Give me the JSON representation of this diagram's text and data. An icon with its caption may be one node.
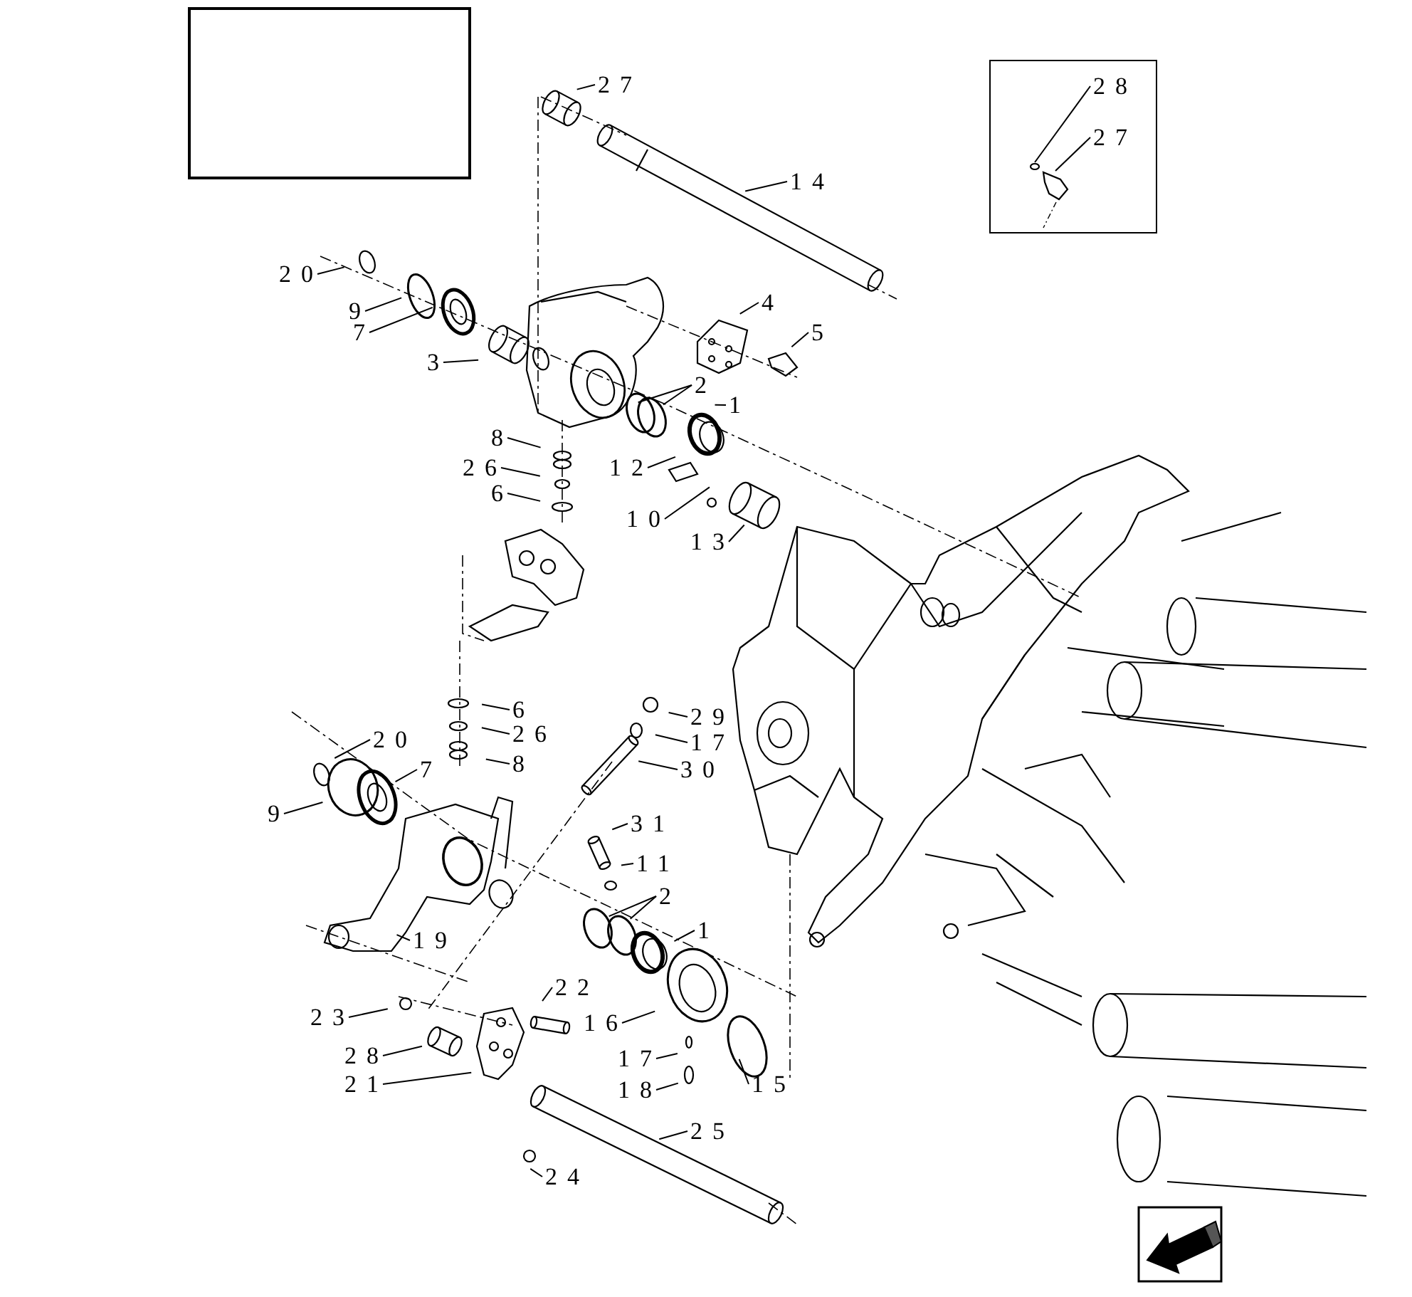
{
  "diagram": {
    "nodes": [
      {
        "text": [],
        "shape": "box"
      },
      {
        "text": [
          "28"
        ],
        "in": 0
      },
      {
        "text": [
          "27"
        ],
        "in": 0
      },
      {
        "text": [
          "27"
        ]
      },
      {
        "text": [
          "14"
        ]
      },
      {
        "text": [
          "20"
        ]
      },
      {
        "text": [
          "9"
        ]
      },
      {
        "text": [
          "7"
        ]
      },
      {
        "text": [
          "3"
        ]
      },
      {
        "text": [
          "4"
        ]
      },
      {
        "text": [
          "5"
        ]
      },
      {
        "text": [
          "2"
        ]
      },
      {
        "text": [
          "1"
        ]
      },
      {
        "text": [
          "8"
        ]
      },
      {
        "text": [
          "26"
        ]
      },
      {
        "text": [
          "12"
        ]
      },
      {
        "text": [
          "6"
        ]
      },
      {
        "text": [
          "10"
        ]
      },
      {
        "text": [
          "13"
        ]
      },
      {
        "text": [
          "6"
        ]
      },
      {
        "text": [
          "26"
        ]
      },
      {
        "text": [
          "20"
        ]
      },
      {
        "text": [
          "7"
        ]
      },
      {
        "text": [
          "8"
        ]
      },
      {
        "text": [
          "9"
        ]
      },
      {
        "text": [
          "29"
        ]
      },
      {
        "text": [
          "17"
        ]
      },
      {
        "text": [
          "30"
        ]
      },
      {
        "text": [
          "31"
        ]
      },
      {
        "text": [
          "11"
        ]
      },
      {
        "text": [
          "2"
        ]
      },
      {
        "text": [
          "1"
        ]
      },
      {
        "text": [
          "19"
        ]
      },
      {
        "text": [
          "22"
        ]
      },
      {
        "text": [
          "23"
        ]
      },
      {
        "text": [
          "16"
        ]
      },
      {
        "text": [
          "28"
        ]
      },
      {
        "text": [
          "17"
        ]
      },
      {
        "text": [
          "21"
        ]
      },
      {
        "text": [
          "15"
        ]
      },
      {
        "text": [
          "18"
        ]
      },
      {
        "text": [
          "25"
        ]
      },
      {
        "text": [
          "24"
        ]
      },
      {
        "text": [],
        "shape": "picture",
        "in": 0
      },
      {
        "text": [],
        "shape": "picture",
        "in": 0
      }
    ],
    "edges": [
      {
        "from": 1,
        "to": 43,
        "arrow": "none"
      },
      {
        "from": 2,
        "to": 44,
        "arrow": "none"
      },
      {
        "from": 3,
        "to": null,
        "arrow": "none"
      },
      {
        "from": 4,
        "to": null,
        "arrow": "none"
      },
      {
        "from": 5,
        "to": null,
        "arrow": "none"
      },
      {
        "from": 6,
        "to": null,
        "arrow": "none"
      },
      {
        "from": 7,
        "to": null,
        "arrow": "none"
      },
      {
        "from": 8,
        "to": null,
        "arrow": "none"
      },
      {
        "from": 9,
        "to": null,
        "arrow": "none"
      },
      {
        "from": 10,
        "to": null,
        "arrow": "none"
      },
      {
        "from": 11,
        "to": null,
        "arrow": "none"
      },
      {
        "from": 11,
        "to": null,
        "arrow": "none"
      },
      {
        "from": 12,
        "to": null,
        "arrow": "none"
      },
      {
        "from": 13,
        "to": null,
        "arrow": "none"
      },
      {
        "from": 14,
        "to": null,
        "arrow": "none"
      },
      {
        "from": 15,
        "to": null,
        "arrow": "none"
      },
      {
        "from": 16,
        "to": null,
        "arrow": "none"
      },
      {
        "from": 17,
        "to": null,
        "arrow": "none"
      },
      {
        "from": 18,
        "to": null,
        "arrow": "none"
      },
      {
        "from": 19,
        "to": null,
        "arrow": "none"
      },
      {
        "from": 20,
        "to": null,
        "arrow": "none"
      },
      {
        "from": 21,
        "to": null,
        "arrow": "none"
      },
      {
        "from": 22,
        "to": null,
        "arrow": "none"
      },
      {
        "from": 23,
        "to": null,
        "arrow": "none"
      },
      {
        "from": 24,
        "to": null,
        "arrow": "none"
      },
      {
        "from": 25,
        "to": null,
        "arrow": "none"
      },
      {
        "from": 26,
        "to": null,
        "arrow": "none"
      },
      {
        "from": 27,
        "to": null,
        "arrow": "none"
      },
      {
        "from": 28,
        "to": null,
        "arrow": "none"
      },
      {
        "from": 29,
        "to": null,
        "arrow": "none"
      },
      {
        "from": 30,
        "to": null,
        "arrow": "none"
      },
      {
        "from": 30,
        "to": null,
        "arrow": "none"
      },
      {
        "from": 31,
        "to": null,
        "arrow": "none"
      },
      {
        "from": 32,
        "to": null,
        "arrow": "none"
      },
      {
        "from": 33,
        "to": null,
        "arrow": "none"
      },
      {
        "from": 34,
        "to": null,
        "arrow": "none"
      },
      {
        "from": 35,
        "to": null,
        "arrow": "none"
      },
      {
        "from": 36,
        "to": null,
        "arrow": "none"
      },
      {
        "from": 37,
        "to": null,
        "arrow": "none"
      },
      {
        "from": 38,
        "to": null,
        "arrow": "none"
      },
      {
        "from": 39,
        "to": null,
        "arrow": "none"
      },
      {
        "from": 40,
        "to": null,
        "arrow": "none"
      },
      {
        "from": 41,
        "to": null,
        "arrow": "none"
      },
      {
        "from": 42,
        "to": null,
        "arrow": "none"
      }
    ]
  }
}
